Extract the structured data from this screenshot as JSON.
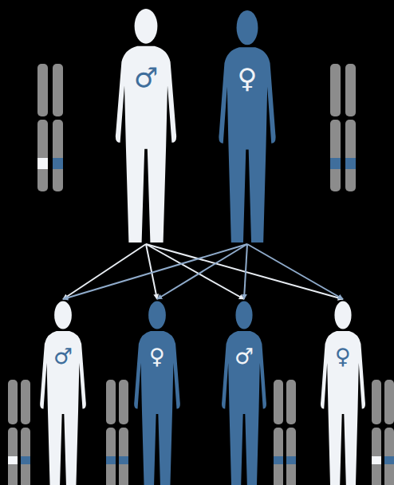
{
  "diagram": {
    "nodes": [
      {
        "text": [
          "♂"
        ]
      },
      {
        "text": [
          "♀"
        ]
      },
      {
        "text": [
          "♂"
        ]
      },
      {
        "text": [
          "♀"
        ]
      },
      {
        "text": [
          "♂"
        ]
      },
      {
        "text": [
          "♀"
        ]
      }
    ],
    "edges": [
      {
        "from": 0,
        "to": 2,
        "arrow": "to"
      },
      {
        "from": 0,
        "to": 3,
        "arrow": "to"
      },
      {
        "from": 0,
        "to": 4,
        "arrow": "to"
      },
      {
        "from": 0,
        "to": 5,
        "arrow": "to"
      },
      {
        "from": 1,
        "to": 2,
        "arrow": "to"
      },
      {
        "from": 1,
        "to": 3,
        "arrow": "to"
      },
      {
        "from": 1,
        "to": 4,
        "arrow": "to"
      },
      {
        "from": 1,
        "to": 5,
        "arrow": "to"
      }
    ]
  }
}
